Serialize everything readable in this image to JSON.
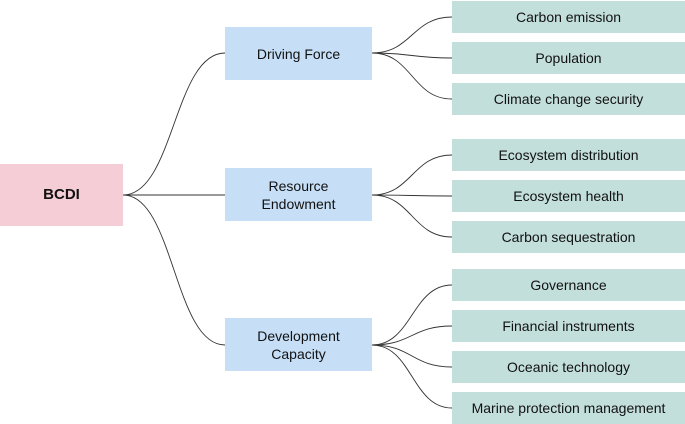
{
  "colors": {
    "root_fill": "#f5cdd6",
    "category_fill": "#c6dff7",
    "leaf_fill": "#c3dfdb",
    "connector": "#333333"
  },
  "root": {
    "label": "BCDI"
  },
  "categories": [
    {
      "label": "Driving Force",
      "items": [
        "Carbon emission",
        "Population",
        "Climate change security"
      ]
    },
    {
      "label": "Resource Endowment",
      "items": [
        "Ecosystem distribution",
        "Ecosystem health",
        "Carbon sequestration"
      ]
    },
    {
      "label": "Development Capacity",
      "items": [
        "Governance",
        "Financial instruments",
        "Oceanic technology",
        "Marine protection management"
      ]
    }
  ]
}
